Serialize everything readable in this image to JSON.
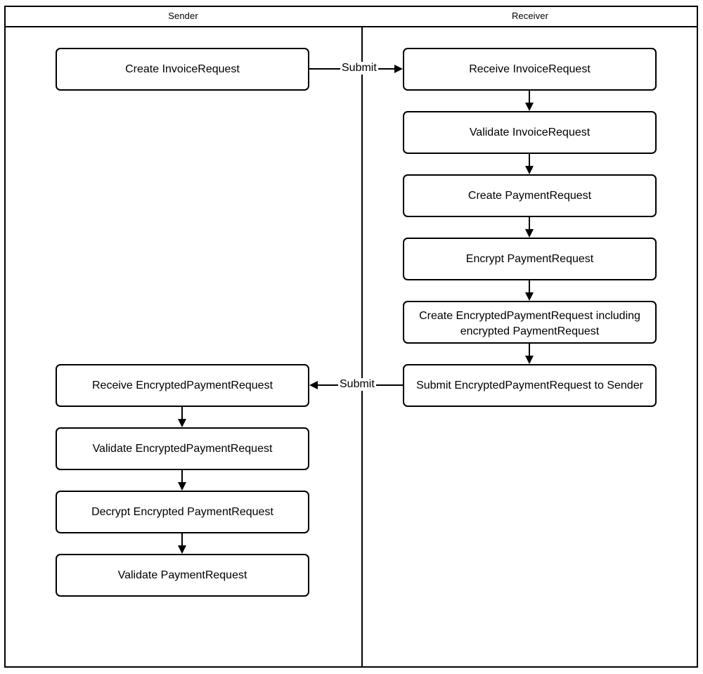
{
  "diagram": {
    "title_hidden": "",
    "lanes": [
      {
        "id": "sender",
        "label": "Sender"
      },
      {
        "id": "receiver",
        "label": "Receiver"
      }
    ],
    "nodes": [
      {
        "id": "n1",
        "lane": "sender",
        "label": "Create InvoiceRequest"
      },
      {
        "id": "n2",
        "lane": "receiver",
        "label": "Receive InvoiceRequest"
      },
      {
        "id": "n3",
        "lane": "receiver",
        "label": "Validate InvoiceRequest"
      },
      {
        "id": "n4",
        "lane": "receiver",
        "label": "Create PaymentRequest"
      },
      {
        "id": "n5",
        "lane": "receiver",
        "label": "Encrypt PaymentRequest"
      },
      {
        "id": "n6",
        "lane": "receiver",
        "label": "Create EncryptedPaymentRequest including encrypted PaymentRequest"
      },
      {
        "id": "n7",
        "lane": "receiver",
        "label": "Submit EncryptedPaymentRequest to Sender"
      },
      {
        "id": "n8",
        "lane": "sender",
        "label": "Receive EncryptedPaymentRequest"
      },
      {
        "id": "n9",
        "lane": "sender",
        "label": "Validate EncryptedPaymentRequest"
      },
      {
        "id": "n10",
        "lane": "sender",
        "label": "Decrypt Encrypted PaymentRequest"
      },
      {
        "id": "n11",
        "lane": "sender",
        "label": "Validate PaymentRequest"
      }
    ],
    "edges": [
      {
        "id": "e1",
        "from": "n1",
        "to": "n2",
        "label": "Submit",
        "direction": "right"
      },
      {
        "id": "e2",
        "from": "n2",
        "to": "n3",
        "label": "",
        "direction": "down"
      },
      {
        "id": "e3",
        "from": "n3",
        "to": "n4",
        "label": "",
        "direction": "down"
      },
      {
        "id": "e4",
        "from": "n4",
        "to": "n5",
        "label": "",
        "direction": "down"
      },
      {
        "id": "e5",
        "from": "n5",
        "to": "n6",
        "label": "",
        "direction": "down"
      },
      {
        "id": "e6",
        "from": "n6",
        "to": "n7",
        "label": "",
        "direction": "down"
      },
      {
        "id": "e7",
        "from": "n7",
        "to": "n8",
        "label": "Submit",
        "direction": "left"
      },
      {
        "id": "e8",
        "from": "n8",
        "to": "n9",
        "label": "",
        "direction": "down"
      },
      {
        "id": "e9",
        "from": "n9",
        "to": "n10",
        "label": "",
        "direction": "down"
      },
      {
        "id": "e10",
        "from": "n10",
        "to": "n11",
        "label": "",
        "direction": "down"
      }
    ],
    "colors": {
      "stroke": "#000000",
      "fill": "#ffffff",
      "text": "#000000"
    }
  }
}
